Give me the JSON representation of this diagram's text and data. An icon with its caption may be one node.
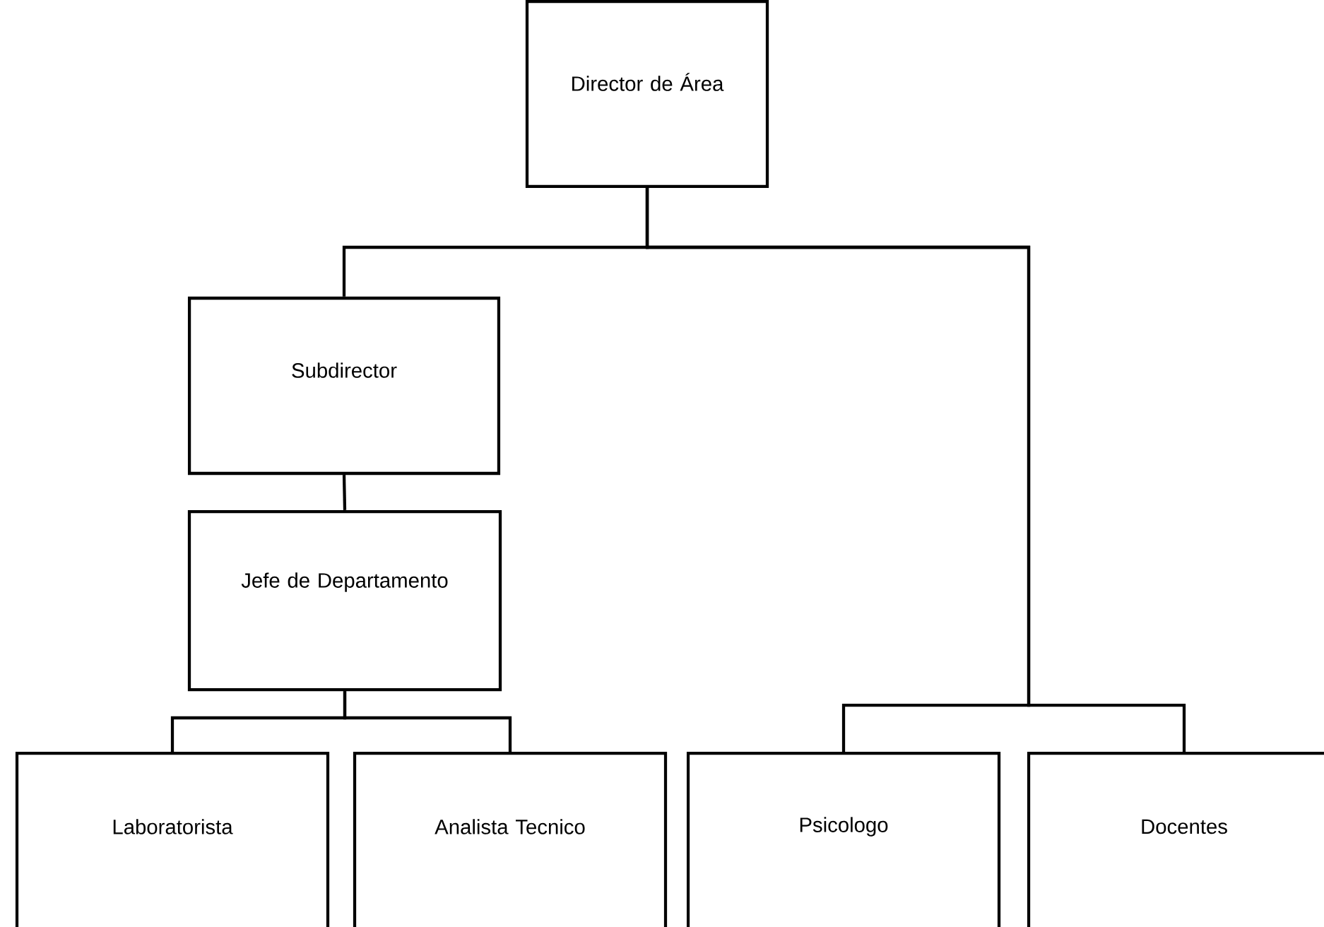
{
  "diagram": {
    "nodes": [
      {
        "text": [
          "Director de Área"
        ]
      },
      {
        "text": [
          "Subdirector"
        ]
      },
      {
        "text": [
          "Jefe de Departamento"
        ]
      },
      {
        "text": [
          "Laboratorista"
        ]
      },
      {
        "text": [
          "Analista Tecnico"
        ]
      },
      {
        "text": [
          "Psicologo"
        ]
      },
      {
        "text": [
          "Docentes"
        ]
      }
    ],
    "edges": [
      {
        "from": 0,
        "to": 1,
        "arrow": "none"
      },
      {
        "from": 0,
        "to": 5,
        "arrow": "none"
      },
      {
        "from": 0,
        "to": 6,
        "arrow": "none"
      },
      {
        "from": 1,
        "to": 2,
        "arrow": "none"
      },
      {
        "from": 2,
        "to": 3,
        "arrow": "none"
      },
      {
        "from": 2,
        "to": 4,
        "arrow": "none"
      }
    ]
  }
}
